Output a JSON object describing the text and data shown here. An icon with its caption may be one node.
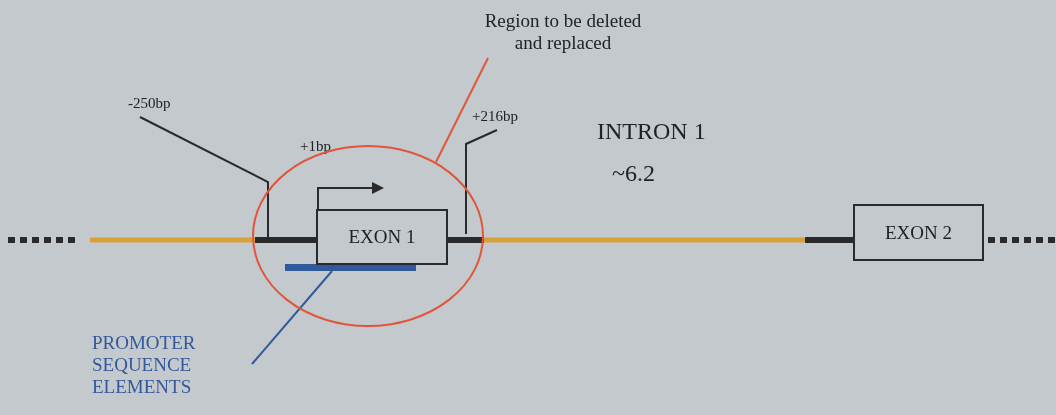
{
  "diagram": {
    "nodes": [
      {
        "text": [
          "Region to be deleted and replaced"
        ]
      },
      {
        "text": [],
        "shape": "circle"
      },
      {
        "text": [
          "EXON 1"
        ],
        "in": 1
      },
      {
        "text": [
          "EXON 2"
        ]
      },
      {
        "text": [
          "-250bp"
        ]
      },
      {
        "text": [
          "+216bp"
        ]
      },
      {
        "text": [
          "PROMOTER SEQUENCE ELEMENTS"
        ]
      },
      {
        "text": [],
        "shape": "bar",
        "in": 1
      }
    ],
    "edges": [
      {
        "from": 0,
        "to": 1,
        "arrow": "none",
        "color": "#e0553c"
      },
      {
        "from": 4,
        "to": null,
        "arrow": "none"
      },
      {
        "from": 5,
        "to": null,
        "arrow": "none"
      },
      {
        "from": 6,
        "to": 7,
        "arrow": "none",
        "color": "#2f5a9c"
      },
      {
        "from": 2,
        "to": 3,
        "arrow": "none",
        "style": "thick",
        "color": "#d9a03a"
      }
    ],
    "labels": [
      "+1bp",
      "INTRON 1",
      "~6.2"
    ]
  }
}
